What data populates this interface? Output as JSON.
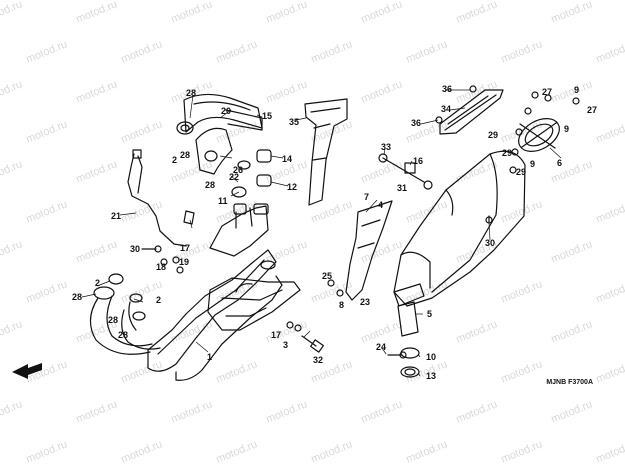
{
  "watermark": "motod.ru",
  "diagram_code": "MJNB F3700A",
  "front_arrow_label": "FR",
  "callouts": [
    {
      "id": "c1",
      "text": "1"
    },
    {
      "id": "c2a",
      "text": "2"
    },
    {
      "id": "c2b",
      "text": "2"
    },
    {
      "id": "c2c",
      "text": "2"
    },
    {
      "id": "c3",
      "text": "3"
    },
    {
      "id": "c4",
      "text": "4"
    },
    {
      "id": "c5",
      "text": "5"
    },
    {
      "id": "c6",
      "text": "6"
    },
    {
      "id": "c7",
      "text": "7"
    },
    {
      "id": "c8",
      "text": "8"
    },
    {
      "id": "c9a",
      "text": "9"
    },
    {
      "id": "c9b",
      "text": "9"
    },
    {
      "id": "c9c",
      "text": "9"
    },
    {
      "id": "c10",
      "text": "10"
    },
    {
      "id": "c11",
      "text": "11"
    },
    {
      "id": "c12",
      "text": "12"
    },
    {
      "id": "c13",
      "text": "13"
    },
    {
      "id": "c14",
      "text": "14"
    },
    {
      "id": "c15",
      "text": "15"
    },
    {
      "id": "c16",
      "text": "16"
    },
    {
      "id": "c17a",
      "text": "17"
    },
    {
      "id": "c17b",
      "text": "17"
    },
    {
      "id": "c18",
      "text": "18"
    },
    {
      "id": "c19",
      "text": "19"
    },
    {
      "id": "c20",
      "text": "20"
    },
    {
      "id": "c21",
      "text": "21"
    },
    {
      "id": "c22",
      "text": "22"
    },
    {
      "id": "c23",
      "text": "23"
    },
    {
      "id": "c24",
      "text": "24"
    },
    {
      "id": "c25",
      "text": "25"
    },
    {
      "id": "c26",
      "text": "26"
    },
    {
      "id": "c27a",
      "text": "27"
    },
    {
      "id": "c27b",
      "text": "27"
    },
    {
      "id": "c28a",
      "text": "28"
    },
    {
      "id": "c28b",
      "text": "28"
    },
    {
      "id": "c28c",
      "text": "28"
    },
    {
      "id": "c28d",
      "text": "28"
    },
    {
      "id": "c28e",
      "text": "28"
    },
    {
      "id": "c28f",
      "text": "28"
    },
    {
      "id": "c29a",
      "text": "29"
    },
    {
      "id": "c29b",
      "text": "29"
    },
    {
      "id": "c29c",
      "text": "29"
    },
    {
      "id": "c30a",
      "text": "30"
    },
    {
      "id": "c30b",
      "text": "30"
    },
    {
      "id": "c31",
      "text": "31"
    },
    {
      "id": "c32",
      "text": "32"
    },
    {
      "id": "c33",
      "text": "33"
    },
    {
      "id": "c34",
      "text": "34"
    },
    {
      "id": "c35",
      "text": "35"
    },
    {
      "id": "c36a",
      "text": "36"
    },
    {
      "id": "c36b",
      "text": "36"
    }
  ]
}
